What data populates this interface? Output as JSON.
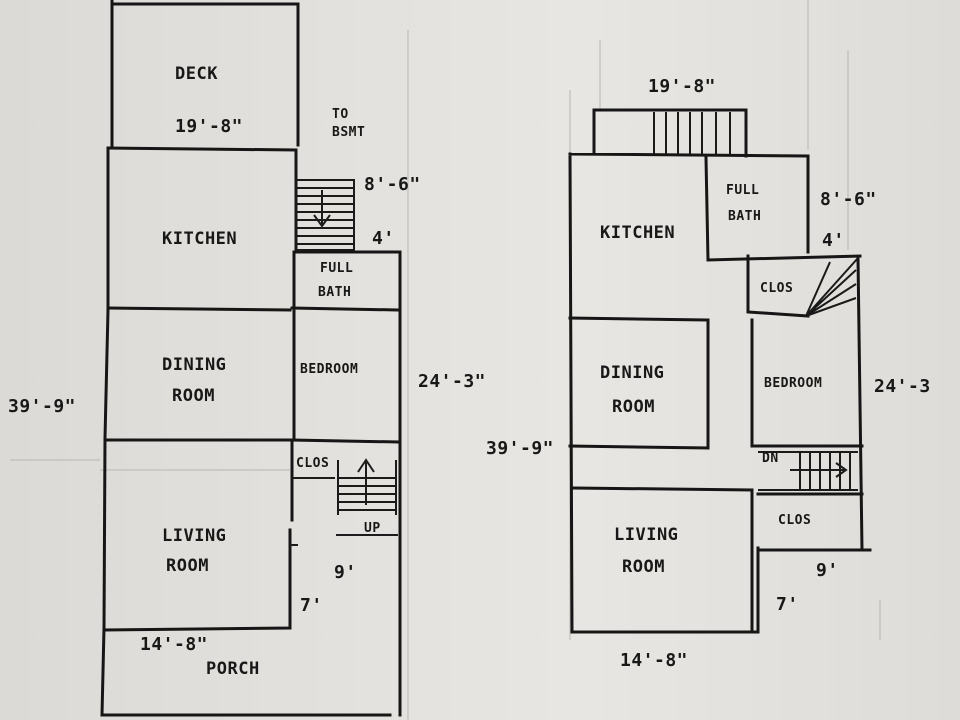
{
  "plans": {
    "left": {
      "rooms": {
        "deck": "DECK",
        "to_bsmt": [
          "TO",
          "BSMT"
        ],
        "kitchen": "KITCHEN",
        "full_bath": [
          "FULL",
          "BATH"
        ],
        "dining_room": [
          "DINING",
          "ROOM"
        ],
        "bedroom": "BEDROOM",
        "clos": "CLOS",
        "up": "UP",
        "living_room": [
          "LIVING",
          "ROOM"
        ],
        "porch": "PORCH"
      },
      "dimensions": {
        "top_width": "19'-8\"",
        "stair_len": "8'-6\"",
        "stair_w": "4'",
        "side_depth": "24'-3\"",
        "overall_depth": "39'-9\"",
        "porch_depth": "9'",
        "porch_w": "7'",
        "bottom_width": "14'-8\""
      }
    },
    "right": {
      "rooms": {
        "kitchen": "KITCHEN",
        "full_bath": [
          "FULL",
          "BATH"
        ],
        "clos_upper": "CLOS",
        "dining_room": [
          "DINING",
          "ROOM"
        ],
        "bedroom": "BEDROOM",
        "dn": "DN",
        "clos_lower": "CLOS",
        "living_room": [
          "LIVING",
          "ROOM"
        ]
      },
      "dimensions": {
        "top_width": "19'-8\"",
        "stair_len": "8'-6\"",
        "stair_w": "4'",
        "side_depth": "24'-3",
        "overall_depth": "39'-9\"",
        "porch_depth": "9'",
        "porch_w": "7'",
        "bottom_width": "14'-8\""
      }
    }
  },
  "colors": {
    "paper": "#e4e2de",
    "ink": "#161616",
    "guide": "#b8b6b2"
  }
}
